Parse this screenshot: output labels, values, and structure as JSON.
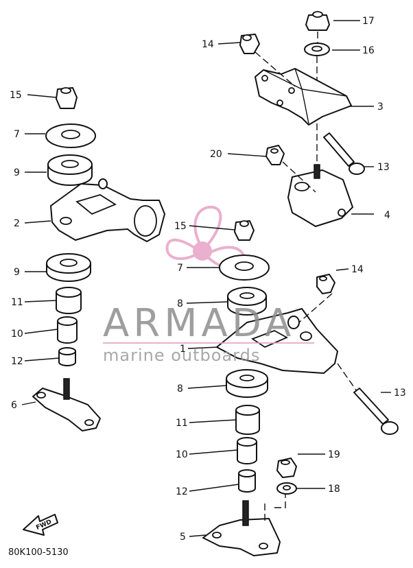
{
  "watermark": {
    "brand": "ARMADA",
    "tagline": "marine outboards",
    "logo_color": "#e7a3c6",
    "text_color": "#8e8e8e"
  },
  "diagram_code": "80K100-5130",
  "fwd_label": "FWD",
  "callouts": [
    "17",
    "16",
    "14",
    "3",
    "15",
    "7",
    "9",
    "20",
    "13",
    "2",
    "4",
    "15",
    "7",
    "9",
    "14",
    "8",
    "11",
    "10",
    "1",
    "12",
    "8",
    "13",
    "6",
    "11",
    "10",
    "19",
    "12",
    "18",
    "5"
  ]
}
